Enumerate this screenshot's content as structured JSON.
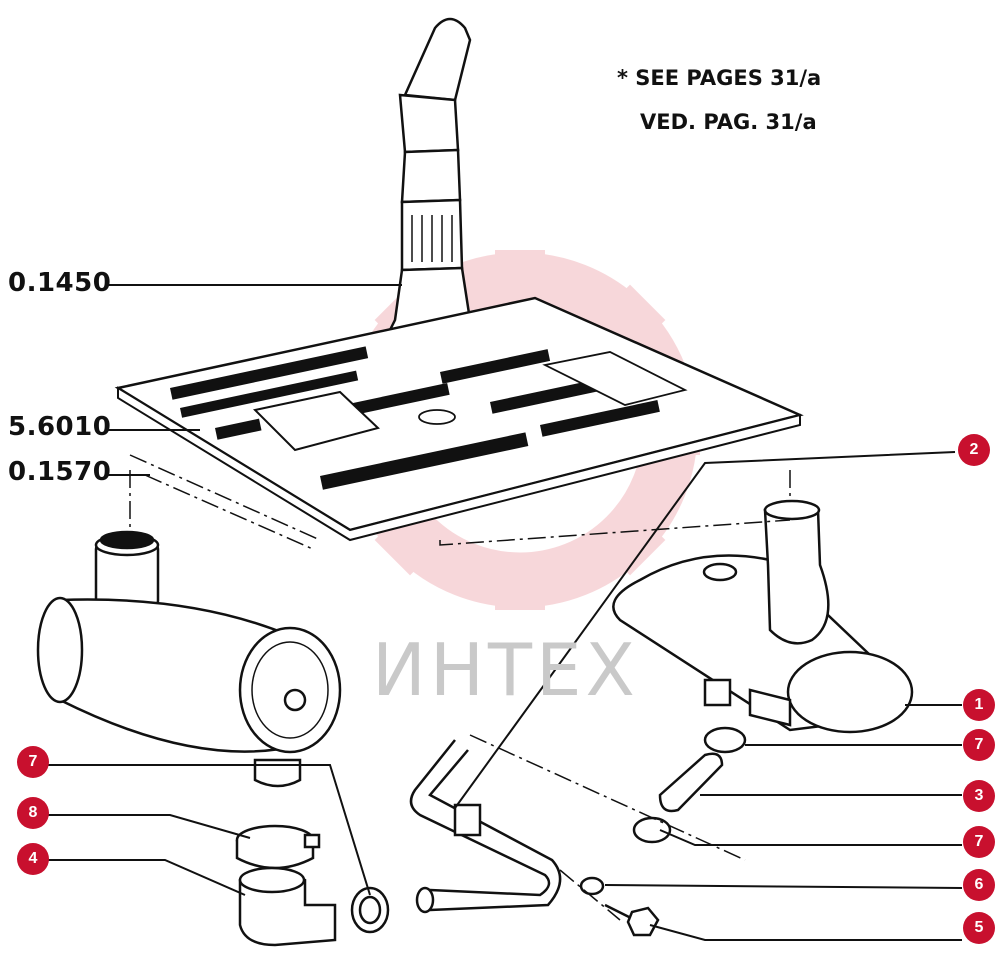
{
  "notes": {
    "line1": "* SEE PAGES 31/a",
    "line2": "VED. PAG. 31/a"
  },
  "part_codes": [
    "0.1450",
    "5.6010",
    "0.1570"
  ],
  "callouts": [
    "1",
    "2",
    "3",
    "4",
    "5",
    "6",
    "7",
    "7",
    "7",
    "8"
  ],
  "watermark": {
    "text": "ИНТЕХ",
    "icon": "gear-logo-icon",
    "color": "#f2b8bd"
  },
  "colors": {
    "marker": "#c8102e",
    "line": "#111111"
  }
}
